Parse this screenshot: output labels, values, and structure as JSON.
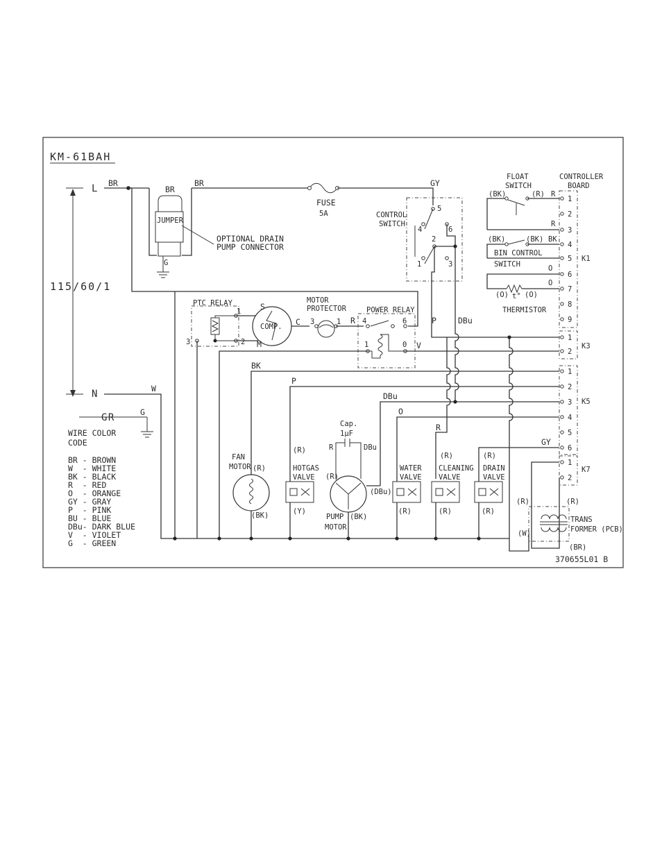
{
  "model": "KM-61BAH",
  "power": {
    "line": "L",
    "neutral": "N",
    "rating": "115/60/1",
    "ground": "GR"
  },
  "wire_labels": {
    "br": "BR",
    "w": "W",
    "g": "G",
    "gy": "GY",
    "p": "P",
    "dbu": "DBu",
    "bk": "BK",
    "o": "O",
    "r": "R",
    "v": "V",
    "c": "C",
    "s": "S",
    "m": "M"
  },
  "fuse": {
    "label": "FUSE",
    "rating": "5A"
  },
  "jumper": {
    "label": "JUMPER",
    "note_1": "OPTIONAL DRAIN",
    "note_2": "PUMP CONNECTOR"
  },
  "control_switch": {
    "line_1": "CONTROL",
    "line_2": "SWITCH",
    "pins": [
      "5",
      "4",
      "6",
      "2",
      "1",
      "3"
    ]
  },
  "ptc_relay": {
    "label": "PTC RELAY",
    "pins": [
      "1",
      "3",
      "2"
    ]
  },
  "compressor": {
    "label": "COMP."
  },
  "motor_protector": {
    "line_1": "MOTOR",
    "line_2": "PROTECTOR",
    "pins": [
      "3",
      "1"
    ]
  },
  "power_relay": {
    "label": "POWER RELAY",
    "pins": [
      "4",
      "6",
      "1",
      "0"
    ]
  },
  "float_switch": {
    "line_1": "FLOAT",
    "line_2": "SWITCH",
    "left": "(BK)",
    "right": "(R)"
  },
  "bin_control": {
    "line_1": "BIN CONTROL",
    "line_2": "SWITCH",
    "left": "(BK)",
    "right": "(BK)"
  },
  "thermistor": {
    "label": "THERMISTOR",
    "left": "(O)",
    "right": "(O)",
    "symbol": "t°"
  },
  "controller_board": {
    "line_1": "CONTROLLER",
    "line_2": "BOARD"
  },
  "connectors": {
    "k1": {
      "label": "K1",
      "pins": [
        "1",
        "2",
        "3",
        "4",
        "5",
        "6",
        "7",
        "8",
        "9"
      ]
    },
    "k3": {
      "label": "K3",
      "pins": [
        "1",
        "2"
      ]
    },
    "k5": {
      "label": "K5",
      "pins": [
        "1",
        "2",
        "3",
        "4",
        "5",
        "6"
      ]
    },
    "k7": {
      "label": "K7",
      "pins": [
        "1",
        "2"
      ]
    }
  },
  "fan_motor": {
    "line_1": "FAN",
    "line_2": "MOTOR",
    "top": "(R)",
    "bottom": "(BK)"
  },
  "hotgas_valve": {
    "line_1": "HOTGAS",
    "line_2": "VALVE",
    "top": "(R)",
    "bottom": "(Y)"
  },
  "pump_motor": {
    "line_1": "PUMP",
    "line_2": "MOTOR",
    "left": "(R)",
    "bottom": "(BK)",
    "right": "(DBu)",
    "r": "R",
    "dbu": "DBu"
  },
  "capacitor": {
    "line_1": "Cap.",
    "line_2": "1μF"
  },
  "water_valve": {
    "line_1": "WATER",
    "line_2": "VALVE",
    "bottom": "(R)"
  },
  "cleaning_valve": {
    "line_1": "CLEANING",
    "line_2": "VALVE",
    "top": "(R)",
    "bottom": "(R)"
  },
  "drain_valve": {
    "line_1": "DRAIN",
    "line_2": "VALVE",
    "top": "(R)",
    "bottom": "(R)"
  },
  "transformer": {
    "line_1": "TRANS",
    "line_2": "FORMER (PCB)",
    "top_left": "(R)",
    "top_right": "(R)",
    "bottom_left": "(W)",
    "bottom_right": "(BR)"
  },
  "wire_color_code": {
    "title_1": "WIRE COLOR",
    "title_2": "CODE",
    "entries": [
      "BR - BROWN",
      "W  - WHITE",
      "BK - BLACK",
      "R  - RED",
      "O  - ORANGE",
      "GY - GRAY",
      "P  - PINK",
      "BU - BLUE",
      "DBu- DARK BLUE",
      "V  - VIOLET",
      "G  - GREEN"
    ]
  },
  "doc_number": "370655L01 B"
}
